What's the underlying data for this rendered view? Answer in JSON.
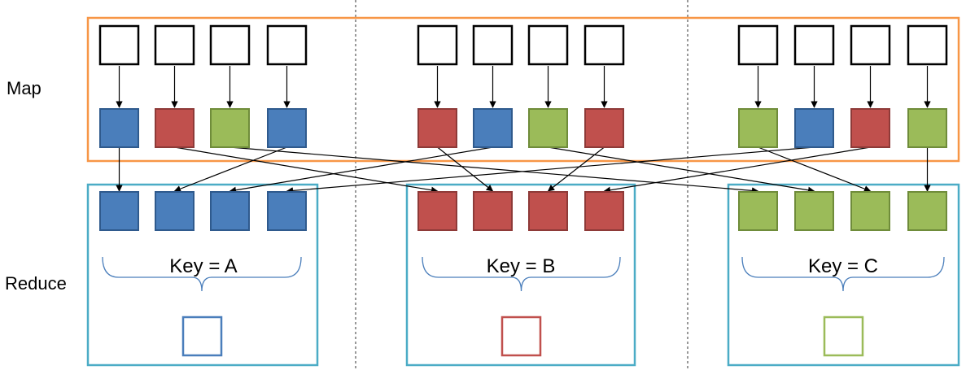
{
  "labels": {
    "map": "Map",
    "reduce": "Reduce"
  },
  "colors": {
    "blue": "#4a7ebb",
    "blue_stroke": "#2f5a8d",
    "red": "#c0504d",
    "red_stroke": "#8e3a38",
    "green": "#9bbb59",
    "green_stroke": "#6f8c3a",
    "map_border": "#f79646",
    "reduce_border": "#4bacc6",
    "brace": "#4a7ebb"
  },
  "map_outputs": [
    [
      "blue",
      "red",
      "green",
      "blue"
    ],
    [
      "red",
      "blue",
      "green",
      "red"
    ],
    [
      "green",
      "blue",
      "red",
      "green"
    ]
  ],
  "reducers": [
    {
      "key_label": "Key = A",
      "color": "blue"
    },
    {
      "key_label": "Key = B",
      "color": "red"
    },
    {
      "key_label": "Key = C",
      "color": "green"
    }
  ]
}
